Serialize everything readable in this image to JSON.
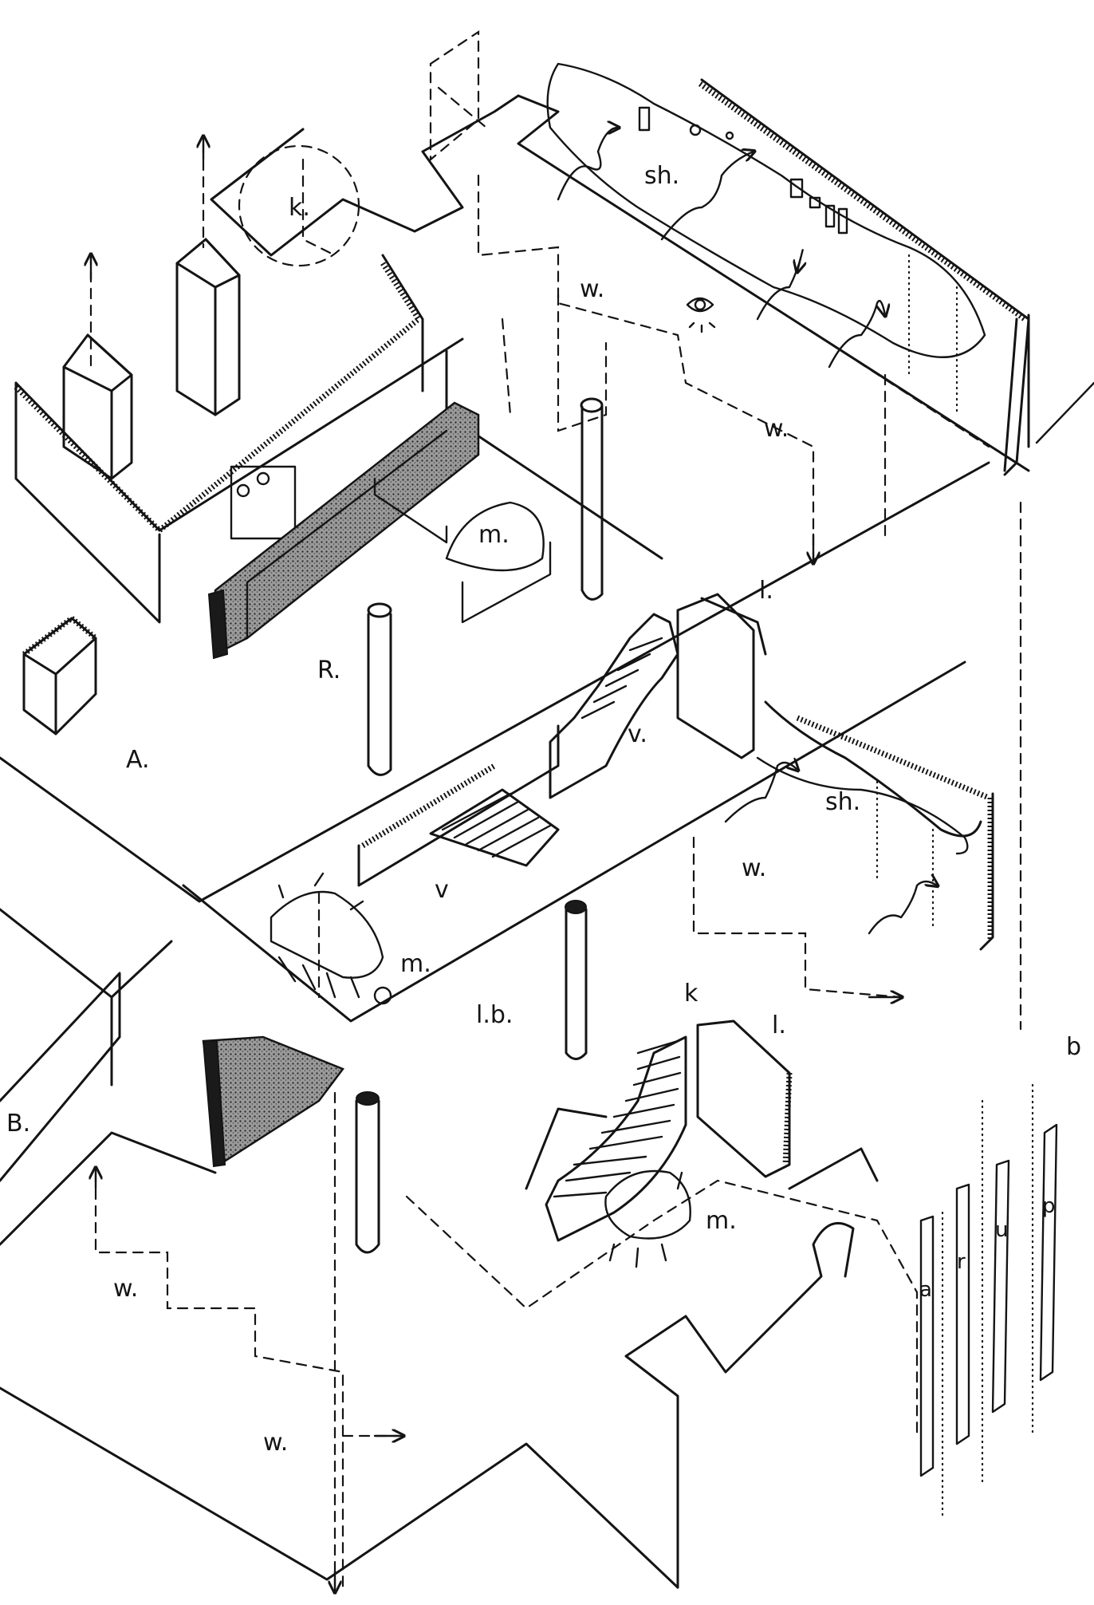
{
  "labels": {
    "k_top": "k.",
    "sh_top": "sh.",
    "w_1": "w.",
    "w_2": "w.",
    "m_upper": "m.",
    "l_upper": "l.",
    "r_room": "R.",
    "a_room": "A.",
    "v_right": "v.",
    "v_center": "v",
    "sh_mid": "sh.",
    "w_mid": "w.",
    "m_dining": "m.",
    "lb": "l.b.",
    "b_left": "B.",
    "k_lower": "k",
    "l_lower": "l.",
    "m_lower": "m.",
    "b_right": "b",
    "w_low1": "w.",
    "w_low2": "w."
  },
  "legend_bars": [
    "a",
    "r",
    "u",
    "p"
  ],
  "icons": [
    "eye-icon",
    "arrow-up-icon",
    "arrow-down-icon",
    "arrow-right-icon"
  ]
}
